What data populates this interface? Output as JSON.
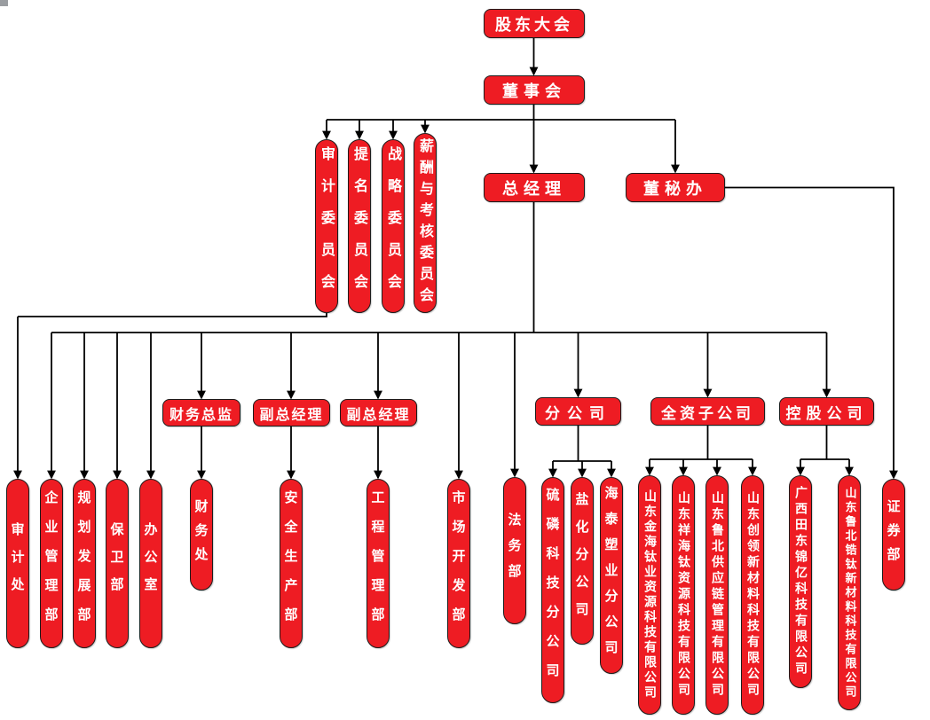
{
  "colors": {
    "node_fill": "#ee1c23",
    "node_border": "#1c1c1c",
    "node_text": "#ffffff",
    "connector": "#000000"
  },
  "nodes": {
    "shareholders": {
      "label": "股东大会"
    },
    "board": {
      "label": "董事会"
    },
    "audit_committee": {
      "label": "审计委员会"
    },
    "nomination_committee": {
      "label": "提名委员会"
    },
    "strategy_committee": {
      "label": "战略委员会"
    },
    "remuneration_committee": {
      "label": "薪酬与考核委员会"
    },
    "general_manager": {
      "label": "总经理"
    },
    "board_secretary_office": {
      "label": "董秘办"
    },
    "cfo": {
      "label": "财务总监"
    },
    "deputy_gm_1": {
      "label": "副总经理"
    },
    "deputy_gm_2": {
      "label": "副总经理"
    },
    "branch_companies": {
      "label": "分公司"
    },
    "wholly_owned": {
      "label": "全资子公司"
    },
    "holding_companies": {
      "label": "控股公司"
    },
    "audit_office": {
      "label": "审计处"
    },
    "enterprise_mgmt": {
      "label": "企业管理部"
    },
    "planning_dev": {
      "label": "规划发展部"
    },
    "security_dept": {
      "label": "保卫部"
    },
    "office": {
      "label": "办公室"
    },
    "finance_office": {
      "label": "财务处"
    },
    "safety_production": {
      "label": "安全生产部"
    },
    "engineering_mgmt": {
      "label": "工程管理部"
    },
    "market_dev": {
      "label": "市场开发部"
    },
    "legal_dept": {
      "label": "法务部"
    },
    "sulfur_phosphorus_branch": {
      "label": "硫磷科技分公司"
    },
    "salt_chemical_branch": {
      "label": "盐化分公司"
    },
    "haitai_plastics_branch": {
      "label": "海泰塑业分公司"
    },
    "jinhai_titanium": {
      "label": "山东金海钛业资源科技有限公司"
    },
    "xianghai_titanium": {
      "label": "山东祥海钛资源科技有限公司"
    },
    "lubei_supply_chain": {
      "label": "山东鲁北供应链管理有限公司"
    },
    "chuangling_materials": {
      "label": "山东创领新材料科技有限公司"
    },
    "guangxi_jinyi": {
      "label": "广西田东锦亿科技有限公司"
    },
    "lubei_zirconium": {
      "label": "山东鲁北锆钛新材料科技有限公司"
    },
    "securities_dept": {
      "label": "证券部"
    }
  },
  "structure": {
    "edges": [
      [
        "shareholders",
        "board"
      ],
      [
        "board",
        "audit_committee"
      ],
      [
        "board",
        "nomination_committee"
      ],
      [
        "board",
        "strategy_committee"
      ],
      [
        "board",
        "remuneration_committee"
      ],
      [
        "board",
        "general_manager"
      ],
      [
        "board",
        "board_secretary_office"
      ],
      [
        "audit_committee",
        "audit_office"
      ],
      [
        "board_secretary_office",
        "securities_dept"
      ],
      [
        "general_manager",
        "enterprise_mgmt"
      ],
      [
        "general_manager",
        "planning_dev"
      ],
      [
        "general_manager",
        "security_dept"
      ],
      [
        "general_manager",
        "office"
      ],
      [
        "general_manager",
        "cfo"
      ],
      [
        "general_manager",
        "deputy_gm_1"
      ],
      [
        "general_manager",
        "deputy_gm_2"
      ],
      [
        "general_manager",
        "market_dev"
      ],
      [
        "general_manager",
        "legal_dept"
      ],
      [
        "general_manager",
        "branch_companies"
      ],
      [
        "general_manager",
        "wholly_owned"
      ],
      [
        "general_manager",
        "holding_companies"
      ],
      [
        "cfo",
        "finance_office"
      ],
      [
        "deputy_gm_1",
        "safety_production"
      ],
      [
        "deputy_gm_2",
        "engineering_mgmt"
      ],
      [
        "branch_companies",
        "sulfur_phosphorus_branch"
      ],
      [
        "branch_companies",
        "salt_chemical_branch"
      ],
      [
        "branch_companies",
        "haitai_plastics_branch"
      ],
      [
        "wholly_owned",
        "jinhai_titanium"
      ],
      [
        "wholly_owned",
        "xianghai_titanium"
      ],
      [
        "wholly_owned",
        "lubei_supply_chain"
      ],
      [
        "wholly_owned",
        "chuangling_materials"
      ],
      [
        "holding_companies",
        "guangxi_jinyi"
      ],
      [
        "holding_companies",
        "lubei_zirconium"
      ]
    ]
  }
}
